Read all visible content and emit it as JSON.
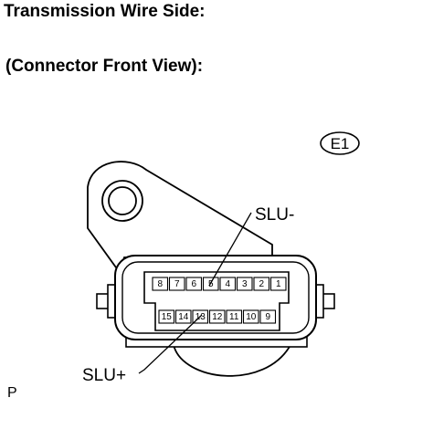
{
  "header": {
    "title": "Transmission Wire Side:",
    "subtitle": "(Connector Front View):"
  },
  "connector": {
    "code": "E1",
    "top_row_pins": [
      "8",
      "7",
      "6",
      "5",
      "4",
      "3",
      "2",
      "1"
    ],
    "bottom_row_pins": [
      "15",
      "14",
      "13",
      "12",
      "11",
      "10",
      "9"
    ],
    "callouts": [
      {
        "label": "SLU-",
        "pin": "5"
      },
      {
        "label": "SLU+",
        "pin": "13"
      }
    ]
  },
  "footer": {
    "mark": "P"
  }
}
